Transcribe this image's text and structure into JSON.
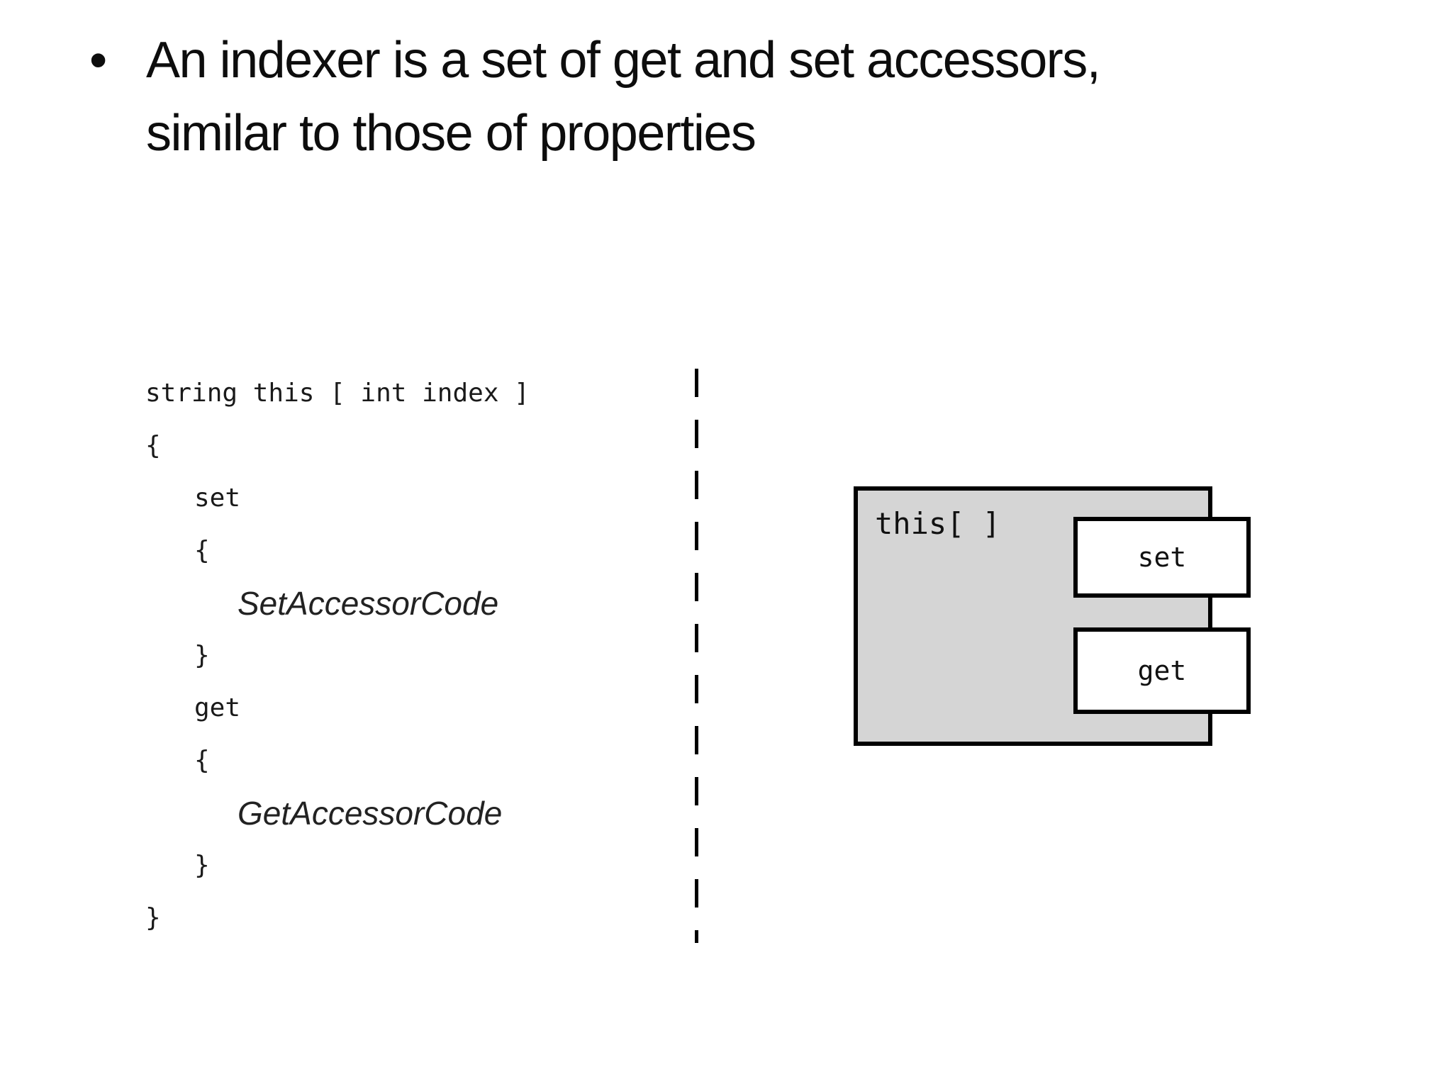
{
  "slide": {
    "bullet_glyph": "•",
    "bullet_text_line1": "An indexer is a set of get and set accessors,",
    "bullet_text_line2": "similar to those of properties"
  },
  "code": {
    "lines": [
      {
        "text": "string this [ int index ]"
      },
      {
        "text": "{"
      },
      {
        "text": "set"
      },
      {
        "text": "{"
      },
      {
        "text": "SetAccessorCode"
      },
      {
        "text": "}"
      },
      {
        "text": "get"
      },
      {
        "text": "{"
      },
      {
        "text": "GetAccessorCode"
      },
      {
        "text": "}"
      },
      {
        "text": "}"
      }
    ]
  },
  "diagram": {
    "indexer_label": "this[ ]",
    "set_label": "set",
    "get_label": "get",
    "colors": {
      "box_fill": "#d5d5d5",
      "box_border": "#000000",
      "accessor_fill": "#ffffff",
      "ink": "#0d0d0d"
    }
  }
}
